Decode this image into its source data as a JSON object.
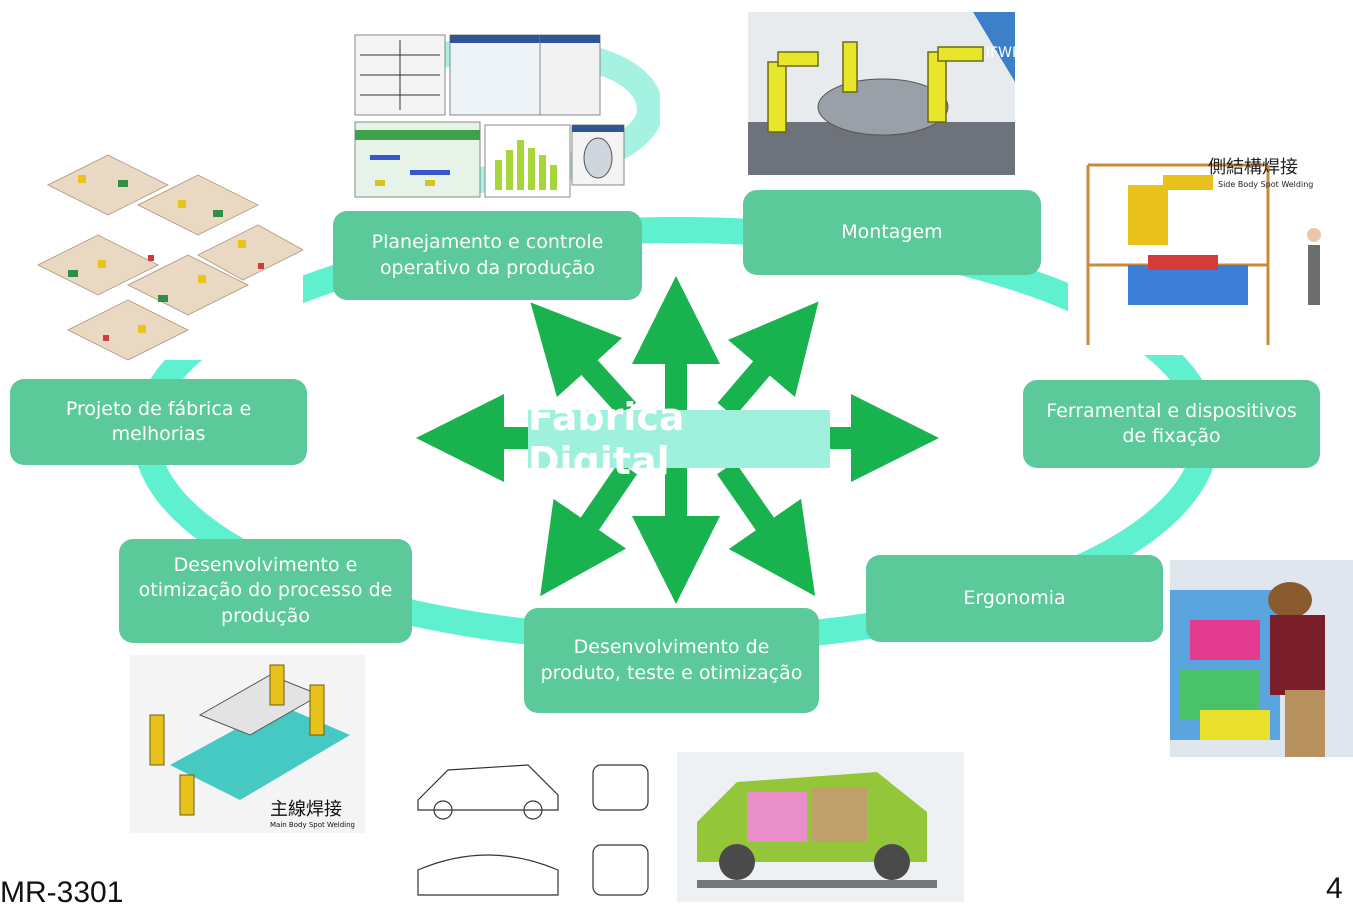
{
  "diagram": {
    "center": "Fábrica Digital",
    "nodes": [
      {
        "id": "planejamento",
        "label": "Planejamento e controle operativo da produção"
      },
      {
        "id": "montagem",
        "label": "Montagem"
      },
      {
        "id": "ferramental",
        "label": "Ferramental e dispositivos de fixação"
      },
      {
        "id": "ergonomia",
        "label": "Ergonomia"
      },
      {
        "id": "desenvolvimento-produto",
        "label": "Desenvolvimento de produto, teste e otimização"
      },
      {
        "id": "desenvolvimento-processo",
        "label": "Desenvolvimento e otimização do processo de produção"
      },
      {
        "id": "projeto-fabrica",
        "label": "Projeto de fábrica e melhorias"
      }
    ]
  },
  "images": {
    "spot_welding_side_cn": "側結構焊接",
    "spot_welding_side_en": "Side Body Spot Welding",
    "spot_welding_main_cn": "主線焊接",
    "spot_welding_main_en": "Main Body Spot Welding",
    "robot_flags": "IFWE"
  },
  "footer": {
    "code": "MR-3301",
    "page": "4"
  },
  "colors": {
    "node_fill": "#5bc99a",
    "ring": "#5ef0cf",
    "arrow": "#18b24f",
    "center_box": "#9ff0dc"
  }
}
